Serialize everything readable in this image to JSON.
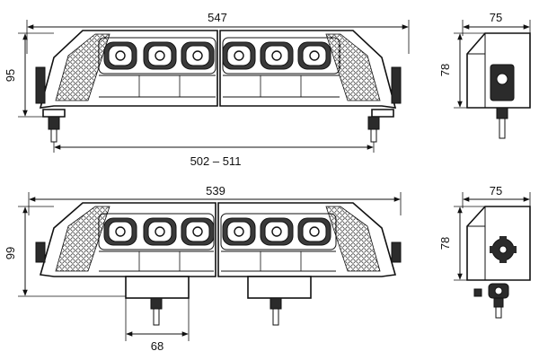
{
  "drawing": {
    "top": {
      "front": {
        "width_label": "547",
        "height_label": "95",
        "mount_label": "502 – 511"
      },
      "side": {
        "width_label": "75",
        "height_label": "78"
      }
    },
    "bottom": {
      "front": {
        "width_label": "539",
        "height_label": "99",
        "mount_label": "68"
      },
      "side": {
        "width_label": "75",
        "height_label": "78"
      }
    }
  }
}
